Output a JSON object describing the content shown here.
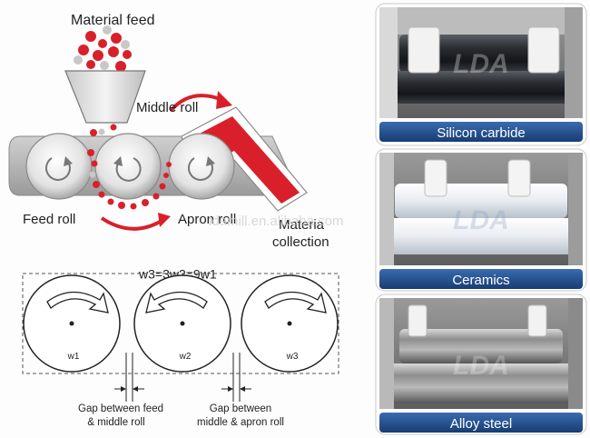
{
  "schematic": {
    "material_feed": "Material feed",
    "middle_roll": "Middle roll",
    "feed_roll": "Feed roll",
    "apron_roll": "Apron roll",
    "material_collection_line1": "Materia",
    "material_collection_line2": "collection",
    "watermark": "ldamill.en.alibaba.com"
  },
  "gap_diagram": {
    "equation": "w3=3w2=9w1",
    "roll1": "w1",
    "roll2": "w2",
    "roll3": "w3",
    "gap1_line1": "Gap between feed",
    "gap1_line2": "& middle roll",
    "gap2_line1": "Gap between",
    "gap2_line2": "middle & apron roll"
  },
  "photos": [
    {
      "caption": "Silicon carbide"
    },
    {
      "caption": "Ceramics"
    },
    {
      "caption": "Alloy steel"
    }
  ],
  "colors": {
    "accent_red": "#d9202a",
    "caption_blue": "#1f4f8f"
  }
}
